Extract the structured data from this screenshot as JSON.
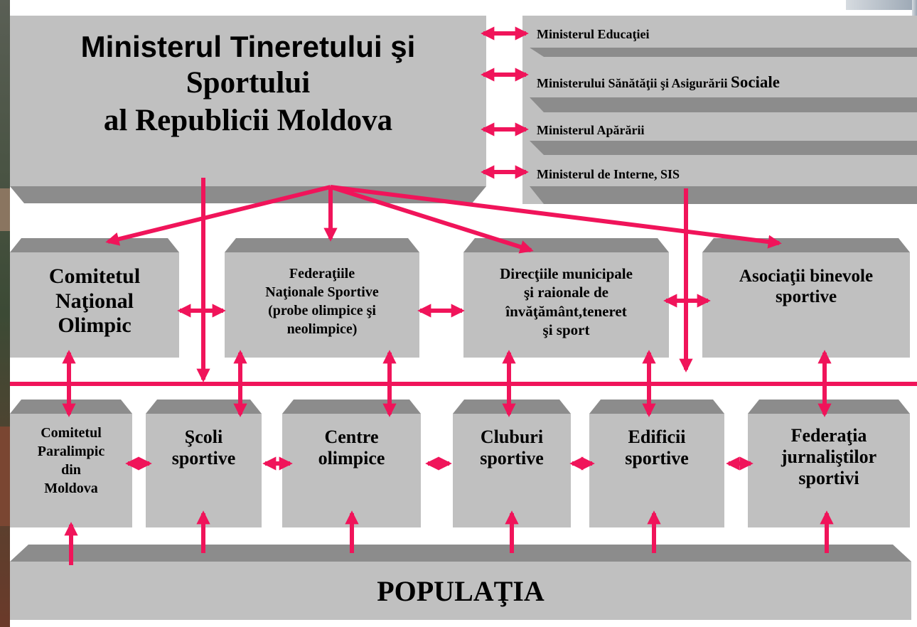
{
  "ministry": {
    "lines": [
      "Ministerul Tineretului şi",
      "Sportului",
      "al Republicii Moldova"
    ]
  },
  "ministries": [
    {
      "pre": "Ministerul Educaţiei",
      "post": ""
    },
    {
      "pre": "Ministerului Sănătăţii şi Asigurării ",
      "post": "Sociale"
    },
    {
      "pre": "Ministerul Apărării",
      "post": ""
    },
    {
      "pre": "Ministerul de Interne, SIS",
      "post": ""
    }
  ],
  "tier2": [
    {
      "lines": [
        "Comitetul",
        "Naţional",
        "Olimpic"
      ]
    },
    {
      "lines": [
        "Federaţiile",
        "Naţionale Sportive",
        "(probe  olimpice şi",
        "neolimpice)"
      ]
    },
    {
      "lines": [
        "Direcţiile municipale",
        "şi raionale de",
        "învăţământ,teneret",
        "şi sport"
      ]
    },
    {
      "lines": [
        "Asociaţii binevole",
        "sportive"
      ]
    }
  ],
  "tier3": [
    {
      "lines": [
        "Comitetul",
        "Paralimpic",
        "din",
        "Moldova"
      ]
    },
    {
      "lines": [
        "Şcoli",
        "sportive"
      ]
    },
    {
      "lines": [
        "Centre",
        "olimpice"
      ]
    },
    {
      "lines": [
        "Cluburi",
        "sportive"
      ]
    },
    {
      "lines": [
        "Edificii",
        "sportive"
      ]
    },
    {
      "lines": [
        "Federaţia",
        "jurnaliştilor",
        "sportivi"
      ]
    }
  ],
  "population": {
    "label": "POPULAŢIA"
  },
  "colors": {
    "box": "#c0c0c0",
    "box_top": "#8c8c8c",
    "arrow": "#f0145a",
    "background_photo": "#3f4a3a"
  }
}
